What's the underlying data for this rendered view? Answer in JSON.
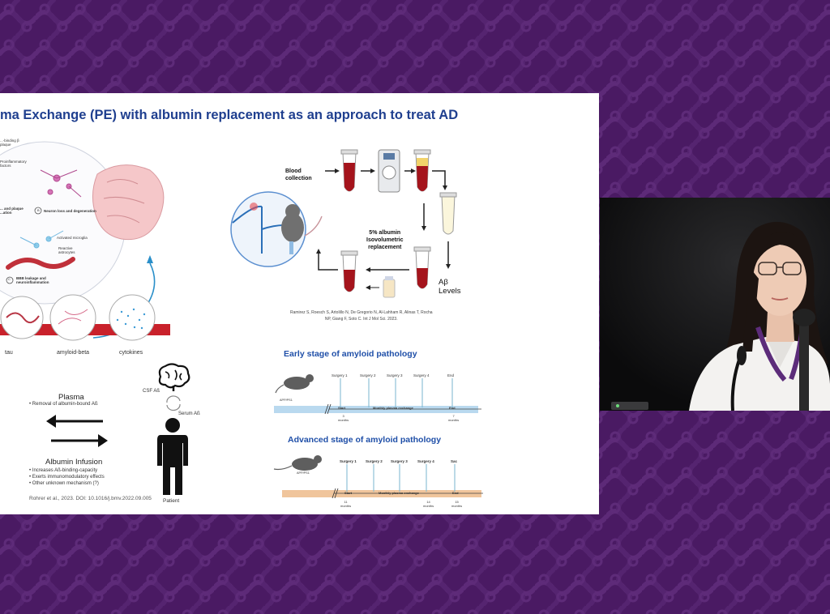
{
  "slide": {
    "title": "ma Exchange (PE) with albumin replacement as an approach to treat AD",
    "left_panel": {
      "labels": {
        "amyloid_plaque": "...-binding β\nplaque",
        "proinflammatory": "Proinflammatory\nfactors",
        "neuron_loss": "Neuron loss and degeneration",
        "plaque_formation": "... and plaque\n...ation",
        "activated_microglia": "Activated microglia",
        "reactive_astrocytes": "Reactive\nastrocytes",
        "bbb": "BBB leakage and\nneuroinflammation",
        "marker_b": "B",
        "marker_c": "C"
      },
      "circles": [
        "tau",
        "amyloid-beta",
        "cytokines"
      ],
      "plasma_title": "Plasma",
      "plasma_bullet": "Removal of albumin-bound Aß",
      "csf_label": "CSF Aß",
      "serum_label": "Serum Aß",
      "patient_label": "Patient",
      "albumin_title": "Albumin Infusion",
      "albumin_bullets": [
        "Increases Aß-binding-capacity",
        "Exerts immunomodulatory effects",
        "Other unknown mechanism (?)"
      ],
      "citation": "Rohrer et al., 2023. DOI: 10.1016/j.bmv.2022.09.005"
    },
    "procedure": {
      "blood_collection": "Blood\ncollection",
      "albumin_label": "5% albumin\nIsovolumetric\nreplacement",
      "abeta_levels": "Aβ\nLevels",
      "citation": "Ramirez S, Roesch S, Artolillo N, De Gregorio N, Al-Lahham R, Alinas T, Rocha\nNP, Giang F, Soto C. Int J Mol Sci. 2023."
    },
    "early": {
      "title": "Early stage of amyloid pathology",
      "mouse_label": "APP/PS1",
      "surgeries": [
        "Surgery 1",
        "Surgery 2",
        "Surgery 3",
        "Surgery 4",
        "End"
      ],
      "start": "Start",
      "bar_label": "Monthly plasma exchange",
      "bar_end": "End",
      "months_start": "3\nmonths",
      "months_end": "7\nmonths"
    },
    "advanced": {
      "title": "Advanced stage of amyloid pathology",
      "mouse_label": "APP/PS1",
      "surgeries": [
        "Surgery 1",
        "Surgery 2",
        "Surgery 3",
        "Surgery 4",
        "Sac"
      ],
      "start": "Start",
      "bar_label": "Monthly plasma exchange",
      "bar_end": "End",
      "months_start": "11\nmonths",
      "months_mid": "14\nmonths",
      "months_end": "15\nmonths"
    }
  },
  "colors": {
    "background": "#4a1a63",
    "title_blue": "#1f3f8f",
    "blood_red": "#a5141c",
    "early_bar": "#b9d9ef",
    "advanced_bar": "#f0c59c",
    "arrow_blue": "#2a8fc9",
    "lanyard": "#5c2c7a"
  },
  "icons": {
    "brain": "brain-icon",
    "person": "person-icon",
    "mouse": "mouse-icon",
    "centrifuge": "centrifuge-icon",
    "tube": "test-tube-icon",
    "vial": "vial-icon"
  },
  "video": {
    "speaker": "speaker"
  }
}
